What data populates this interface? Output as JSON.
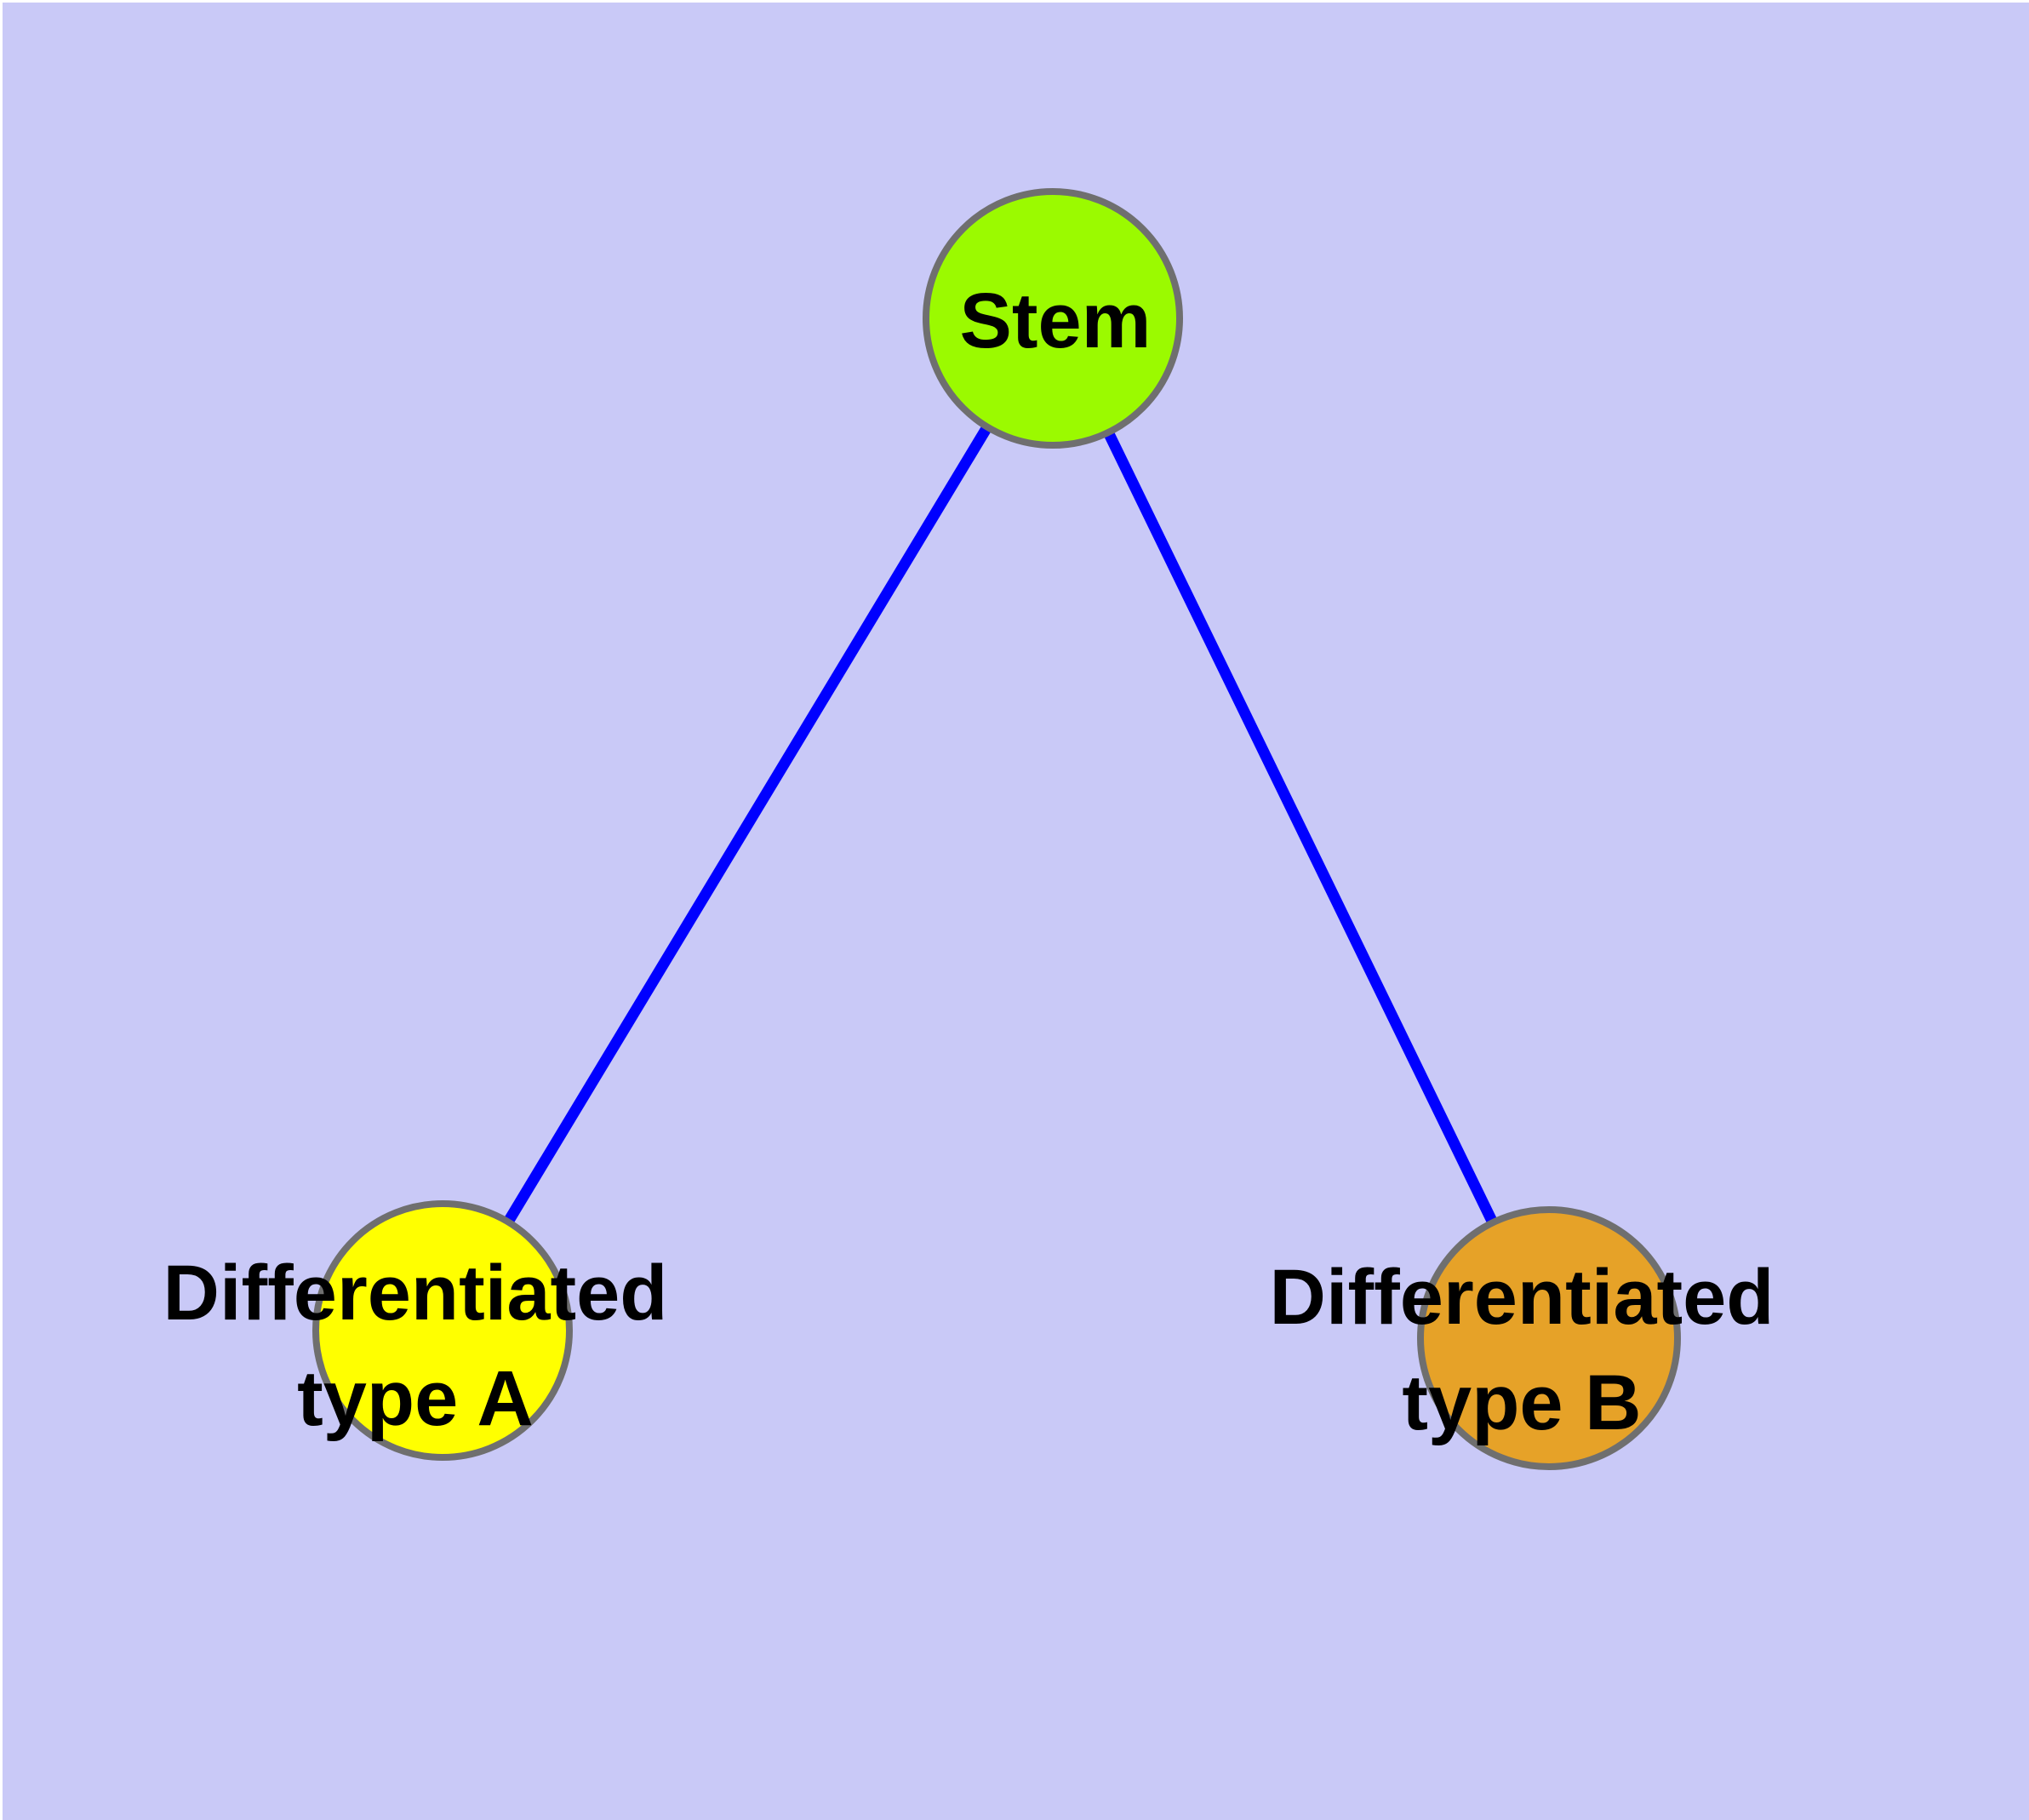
{
  "diagram": {
    "type": "node-link-graph",
    "nodes": {
      "stem": {
        "id": "stem",
        "label": "Stem",
        "fill": "#9BFA00",
        "shape": "circle"
      },
      "typeA": {
        "id": "typeA",
        "label": "Differentiated\ntype A",
        "fill": "#FFFF00",
        "shape": "circle"
      },
      "typeB": {
        "id": "typeB",
        "label": "Differentiated\ntype B",
        "fill": "#E6A228",
        "shape": "circle"
      }
    },
    "edges": [
      {
        "from": "stem",
        "to": "typeA"
      },
      {
        "from": "stem",
        "to": "typeB"
      }
    ],
    "colors": {
      "background": "#C9C9F7",
      "edge": "#0000FF",
      "node_border": "#6F6F6F",
      "label_text": "#000000",
      "top_left_margin": "#FFFFFF"
    }
  }
}
